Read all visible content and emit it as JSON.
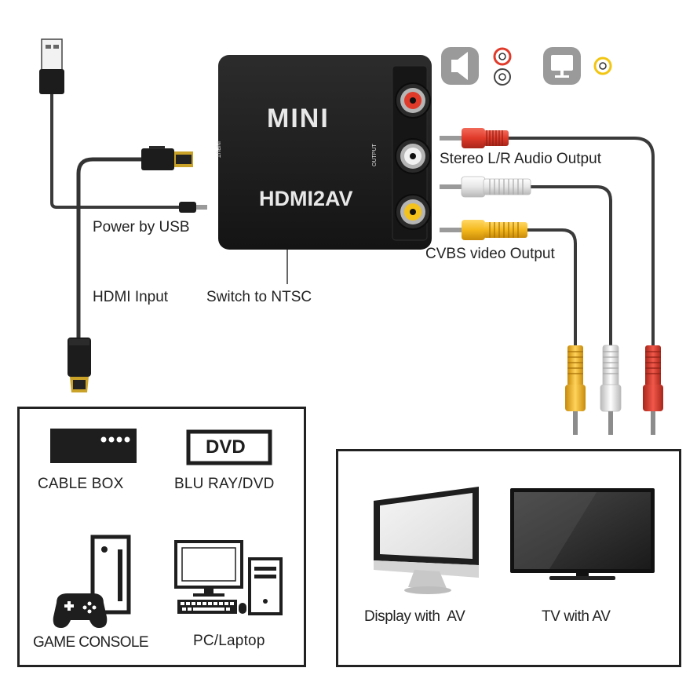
{
  "converter": {
    "brand": "MINI",
    "model": "HDMI2AV",
    "input_port_label": "INPUT",
    "output_port_label": "OUTPUT"
  },
  "labels": {
    "audio_output": "Stereo L/R Audio Output",
    "video_output": "CVBS video Output",
    "power": "Power by USB",
    "hdmi_input": "HDMI Input",
    "switch": "Switch to NTSC"
  },
  "source_devices": {
    "dvd_badge": "DVD",
    "items": [
      {
        "label": "CABLE BOX"
      },
      {
        "label": "BLU RAY/DVD"
      },
      {
        "label": "GAME CONSOLE"
      },
      {
        "label": "PC/Laptop"
      }
    ]
  },
  "output_devices": {
    "items": [
      {
        "label": "Display with  AV"
      },
      {
        "label": "TV with AV"
      }
    ]
  },
  "colors": {
    "rca_red": "#e03a2a",
    "rca_white": "#ececec",
    "rca_yellow": "#f4b81c",
    "device_black": "#1e1e1e",
    "cable_gray": "#3a3a3a"
  }
}
